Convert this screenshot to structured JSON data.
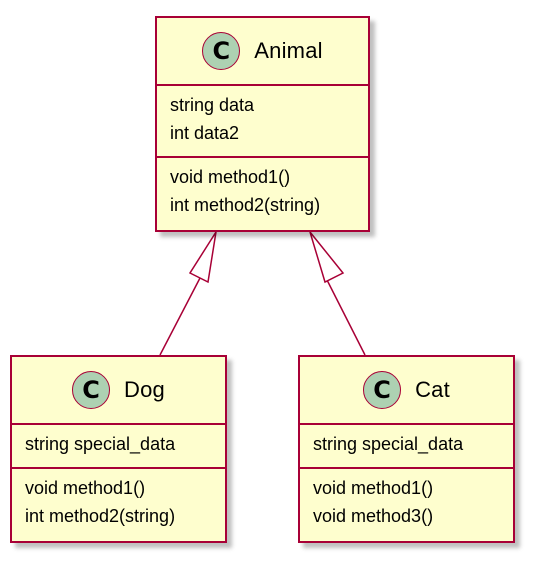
{
  "classes": {
    "animal": {
      "stereotype": "C",
      "name": "Animal",
      "attributes": [
        "string data",
        "int data2"
      ],
      "operations": [
        "void method1()",
        "int method2(string)"
      ]
    },
    "dog": {
      "stereotype": "C",
      "name": "Dog",
      "attributes": [
        "string special_data"
      ],
      "operations": [
        "void method1()",
        "int method2(string)"
      ]
    },
    "cat": {
      "stereotype": "C",
      "name": "Cat",
      "attributes": [
        "string special_data"
      ],
      "operations": [
        "void method1()",
        "void method3()"
      ]
    }
  },
  "relations": [
    {
      "type": "inheritance",
      "from": "Dog",
      "to": "Animal"
    },
    {
      "type": "inheritance",
      "from": "Cat",
      "to": "Animal"
    }
  ],
  "colors": {
    "class_fill": "#FEFECE",
    "border": "#A80036",
    "stereotype_circle": "#ADD1B2",
    "text": "#000000"
  }
}
